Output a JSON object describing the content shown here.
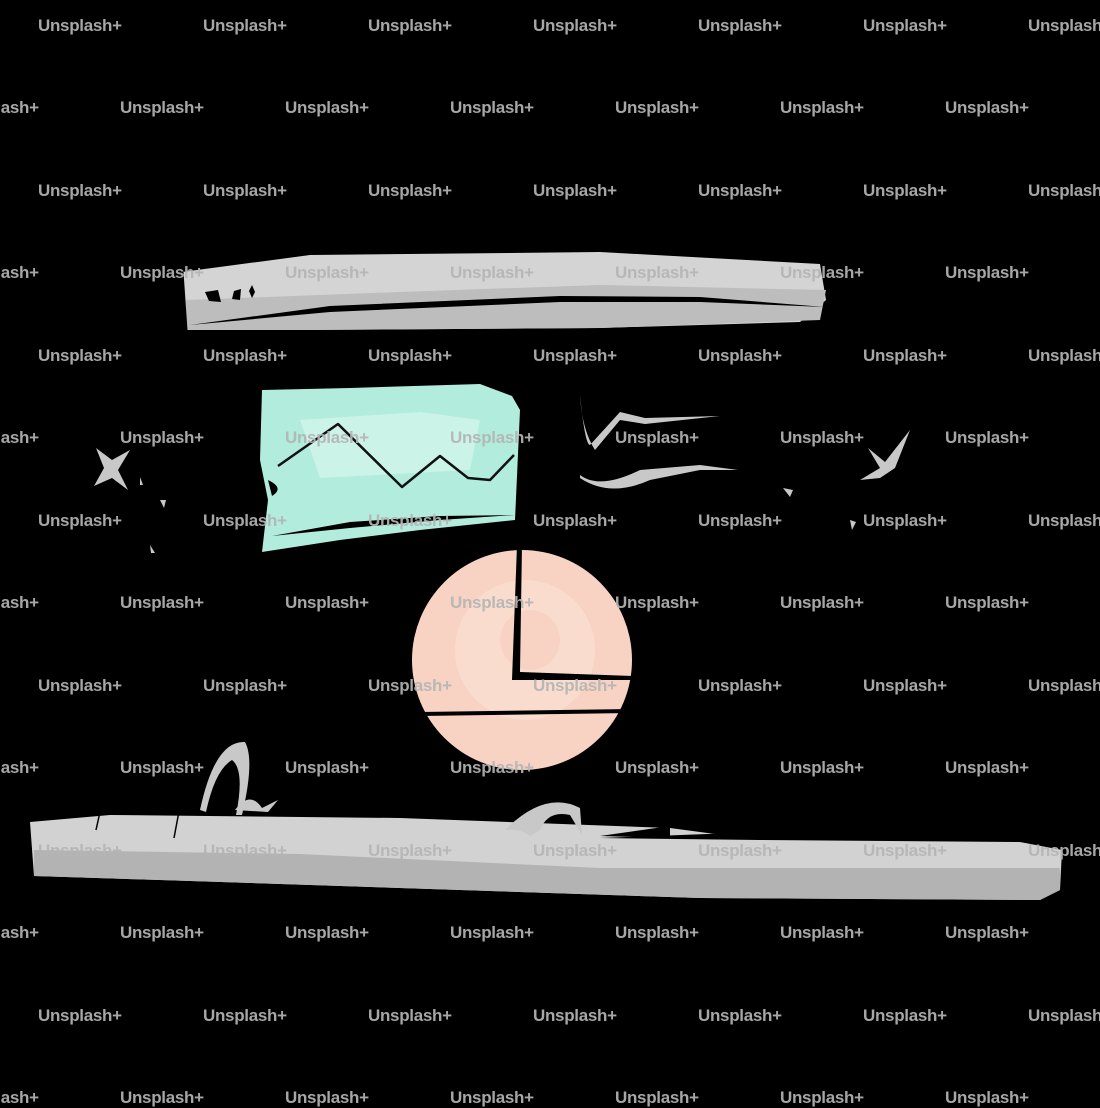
{
  "watermark": {
    "text": "Unsplash+",
    "color": "#b5b5b5",
    "rows_y": [
      26,
      108,
      191,
      273,
      356,
      438,
      521,
      603,
      686,
      768,
      851,
      933,
      1016,
      1098
    ],
    "even_row_x": [
      38,
      203,
      368,
      533,
      698,
      863,
      1028
    ],
    "odd_row_x": [
      -45,
      120,
      285,
      450,
      615,
      780,
      945
    ]
  },
  "illustration": {
    "background": "#000000",
    "top_bar": {
      "color": "#d4d4d4",
      "shade": "#b0b0b0"
    },
    "line_chart_card": {
      "color": "#b2ecdc",
      "highlight": "#d8f7ee"
    },
    "pie_chart": {
      "color": "#f8d2c2",
      "highlight": "#fbe3d8"
    },
    "bottom_bar": {
      "color": "#d2d2d2",
      "shade": "#a9a9a9"
    },
    "scribbles": {
      "color": "#c8c8c8"
    }
  }
}
